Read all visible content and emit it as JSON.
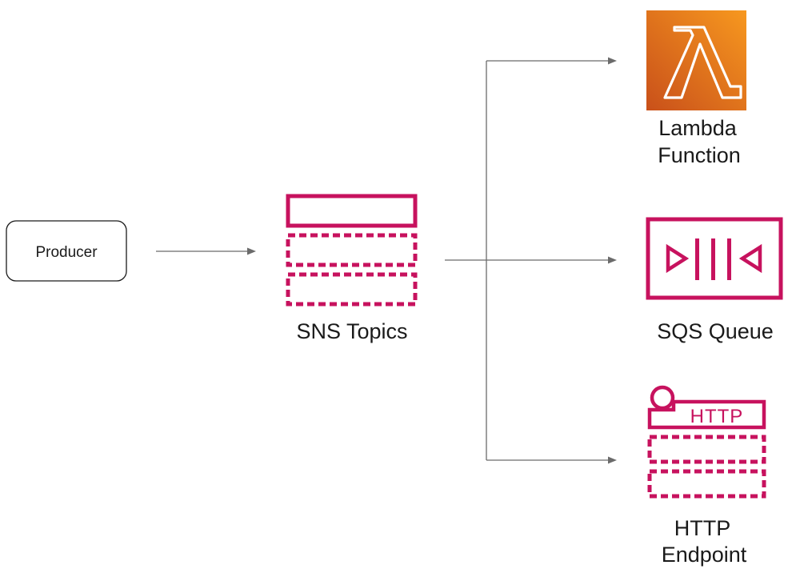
{
  "nodes": {
    "producer": {
      "label": "Producer"
    },
    "sns": {
      "label": "SNS Topics"
    },
    "lambda": {
      "label_line1": "Lambda",
      "label_line2": "Function",
      "icon": "lambda-icon"
    },
    "sqs": {
      "label": "SQS Queue",
      "icon": "sqs-queue-icon"
    },
    "http": {
      "label_line1": "HTTP",
      "label_line2": "Endpoint",
      "badge": "HTTP",
      "icon": "http-endpoint-icon"
    }
  },
  "edges": [
    {
      "from": "producer",
      "to": "sns"
    },
    {
      "from": "sns",
      "to": "lambda"
    },
    {
      "from": "sns",
      "to": "sqs"
    },
    {
      "from": "sns",
      "to": "http"
    }
  ],
  "colors": {
    "sns_pink": "#c7125e",
    "lambda_orange_top": "#f58a1f",
    "lambda_orange_bottom": "#cf5b12",
    "edge_gray": "#6b6b6b"
  }
}
